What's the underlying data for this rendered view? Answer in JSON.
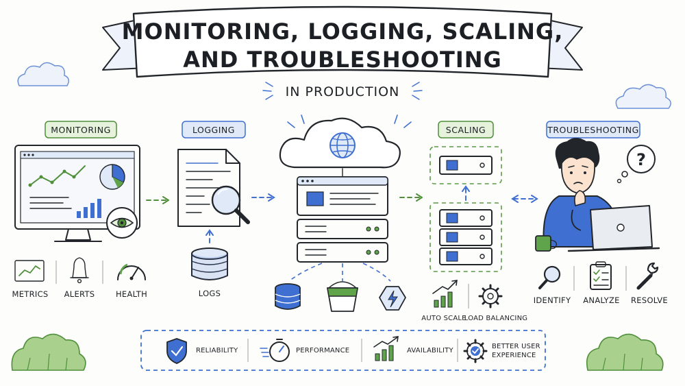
{
  "banner": {
    "line1": "MONITORING, LOGGING, SCALING,",
    "line2": "AND TROUBLESHOOTING",
    "subtitle": "IN PRODUCTION"
  },
  "sections": {
    "monitoring": {
      "pill": "MONITORING",
      "icons": [
        {
          "label": "METRICS",
          "icon": "metrics-chart-icon"
        },
        {
          "label": "ALERTS",
          "icon": "bell-icon"
        },
        {
          "label": "HEALTH",
          "icon": "gauge-icon"
        }
      ]
    },
    "logging": {
      "pill": "LOGGING",
      "store_label": "LOGS"
    },
    "scaling": {
      "pill": "SCALING",
      "icons": [
        {
          "label": "AUTO SCALE",
          "icon": "growth-bars-icon"
        },
        {
          "label": "LOAD BALANCING",
          "icon": "gear-icon"
        }
      ]
    },
    "troubleshooting": {
      "pill": "TROUBLESHOOTING",
      "thought": "?",
      "icons": [
        {
          "label": "IDENTIFY",
          "icon": "magnifier-icon"
        },
        {
          "label": "ANALYZE",
          "icon": "clipboard-checklist-icon"
        },
        {
          "label": "RESOLVE",
          "icon": "wrench-icon"
        }
      ]
    }
  },
  "benefits": [
    {
      "label": "RELIABILITY",
      "icon": "shield-check-icon"
    },
    {
      "label": "PERFORMANCE",
      "icon": "stopwatch-icon"
    },
    {
      "label": "AVAILABILITY",
      "icon": "growth-bars-icon"
    },
    {
      "label_line1": "BETTER USER",
      "label_line2": "EXPERIENCE",
      "icon": "gear-check-icon"
    }
  ],
  "colors": {
    "accent_blue": "#3f6fd0",
    "accent_green": "#5fa34a",
    "pill_green_bg": "#e6f2dc",
    "pill_blue_bg": "#dfe9f8",
    "ink": "#22262b"
  }
}
